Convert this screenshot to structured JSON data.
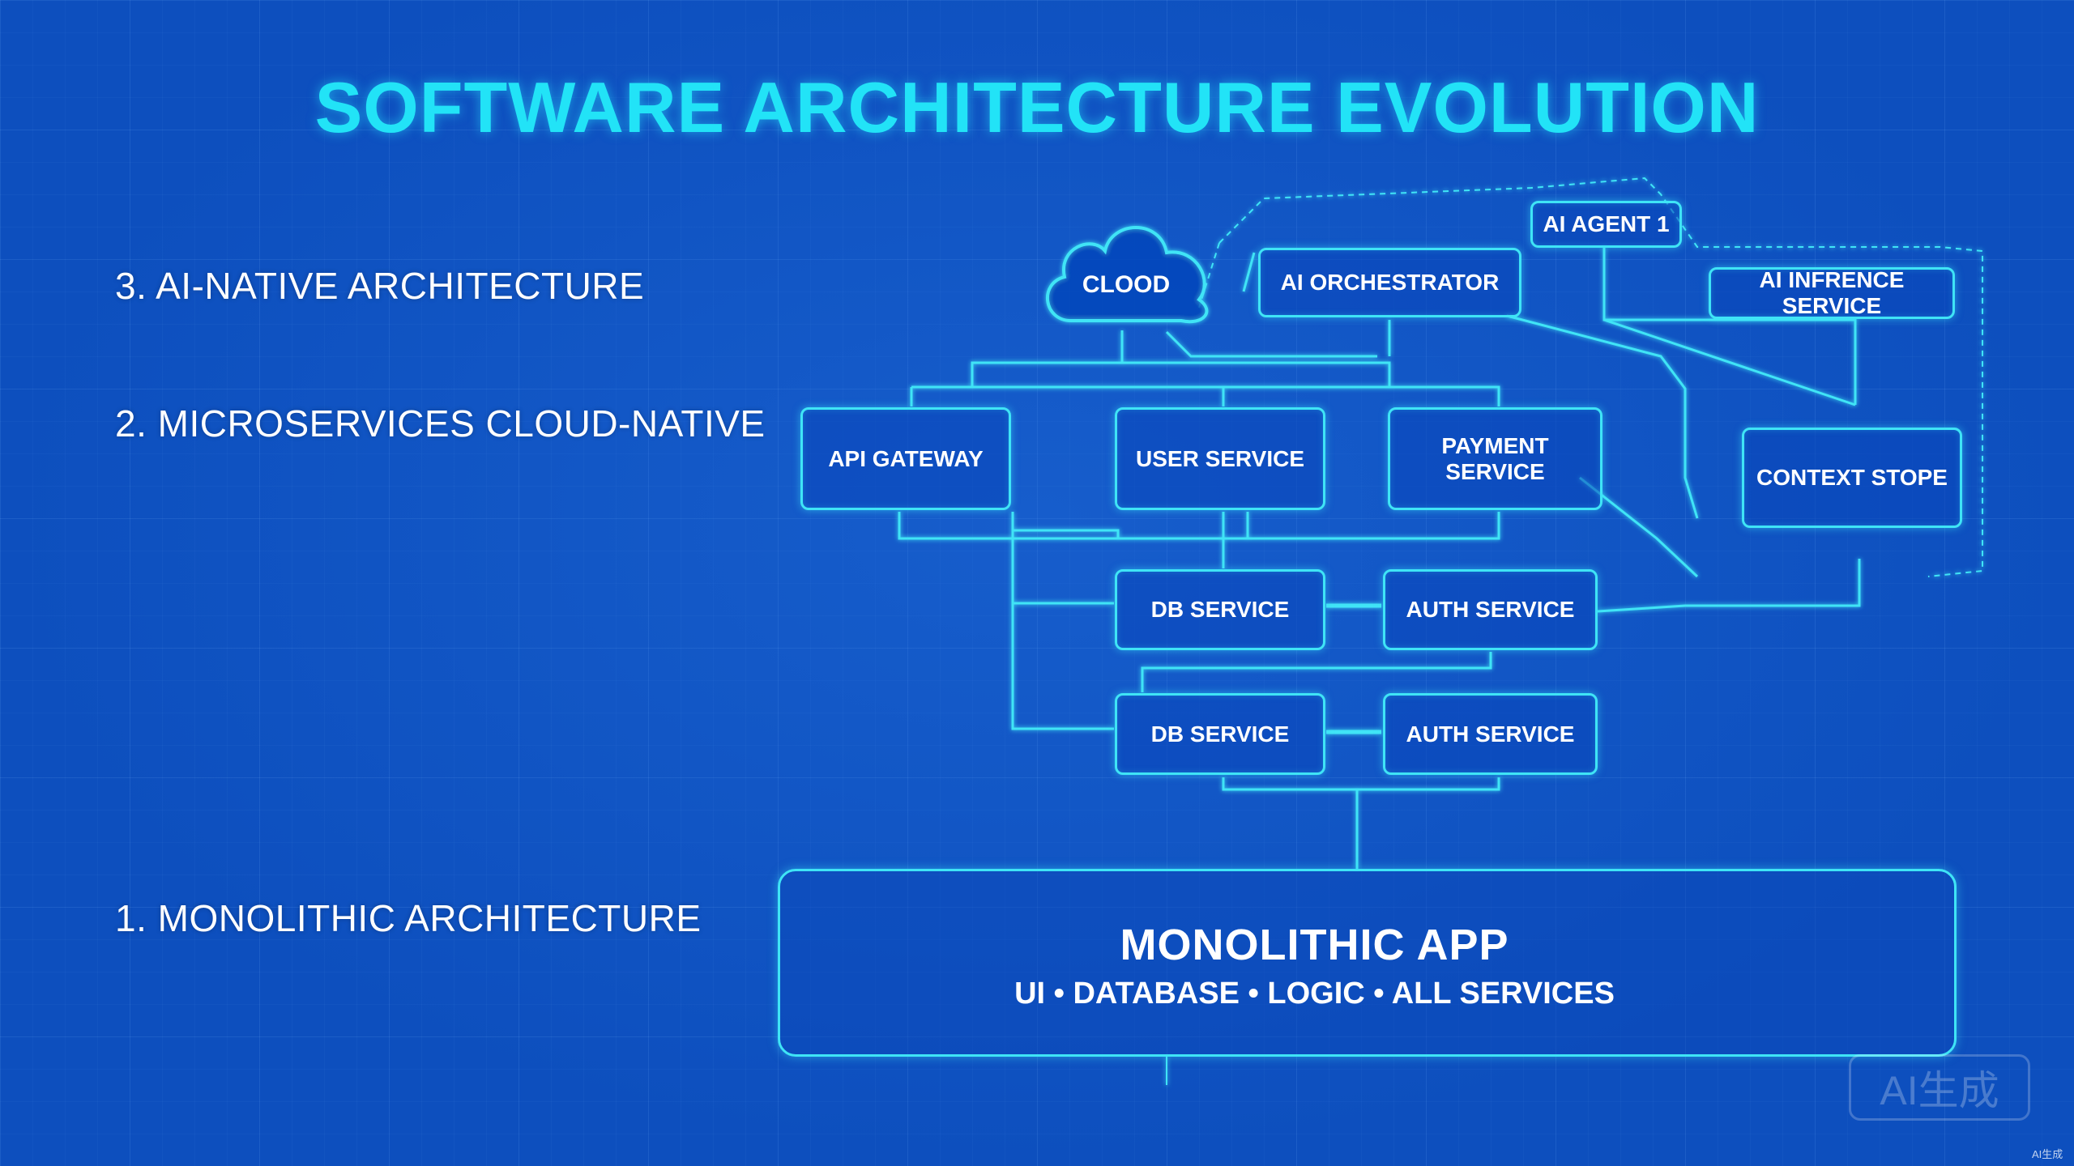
{
  "title": "SOFTWARE ARCHITECTURE EVOLUTION",
  "stages": [
    "3. AI-NATIVE ARCHITECTURE",
    "2. MICROSERVICES CLOUD-NATIVE",
    "1. MONOLITHIC ARCHITECTURE"
  ],
  "nodes": {
    "cloud": "CLOOD",
    "ai_orchestrator": "AI ORCHESTRATOR",
    "ai_agent": "AI AGENT 1",
    "ai_inference": "AI INFRENCE SERVICE",
    "context_store": "CONTEXT STOPE",
    "api_gateway": "API GATEWAY",
    "user_service": "USER SERVICE",
    "payment_service": "PAYMENT SERVICE",
    "db_service_1": "DB SERVICE",
    "auth_service_1": "AUTH SERVICE",
    "db_service_2": "DB SERVICE",
    "auth_service_2": "AUTH SERVICE"
  },
  "monolith": {
    "title": "MONOLITHIC APP",
    "subtitle": "UI • DATABASE • LOGIC • ALL SERVICES"
  },
  "watermark": "AI生成",
  "corner_mark": "AI生成",
  "colors": {
    "background": "#0d4fbe",
    "title": "#22e3f7",
    "line": "#3fe4f6",
    "text": "#ffffff"
  }
}
